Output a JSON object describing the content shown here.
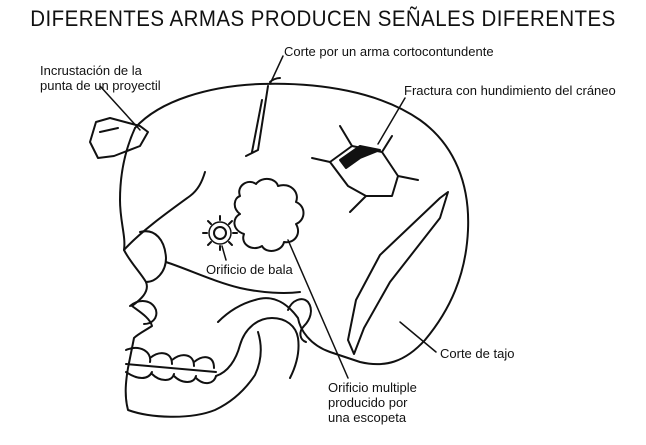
{
  "title": "DIFERENTES ARMAS PRODUCEN SEÑALES DIFERENTES",
  "labels": {
    "incrustacion_line1": "Incrustación de la",
    "incrustacion_line2": "punta de un proyectil",
    "corte_contundente": "Corte por un arma cortocontundente",
    "fractura": "Fractura con hundimiento del cráneo",
    "orificio_bala": "Orificio de bala",
    "corte_tajo": "Corte de tajo",
    "orificio_multiple_line1": "Orificio multiple",
    "orificio_multiple_line2": "producido por",
    "orificio_multiple_line3": "una escopeta"
  },
  "colors": {
    "ink": "#111111",
    "background": "#ffffff"
  }
}
